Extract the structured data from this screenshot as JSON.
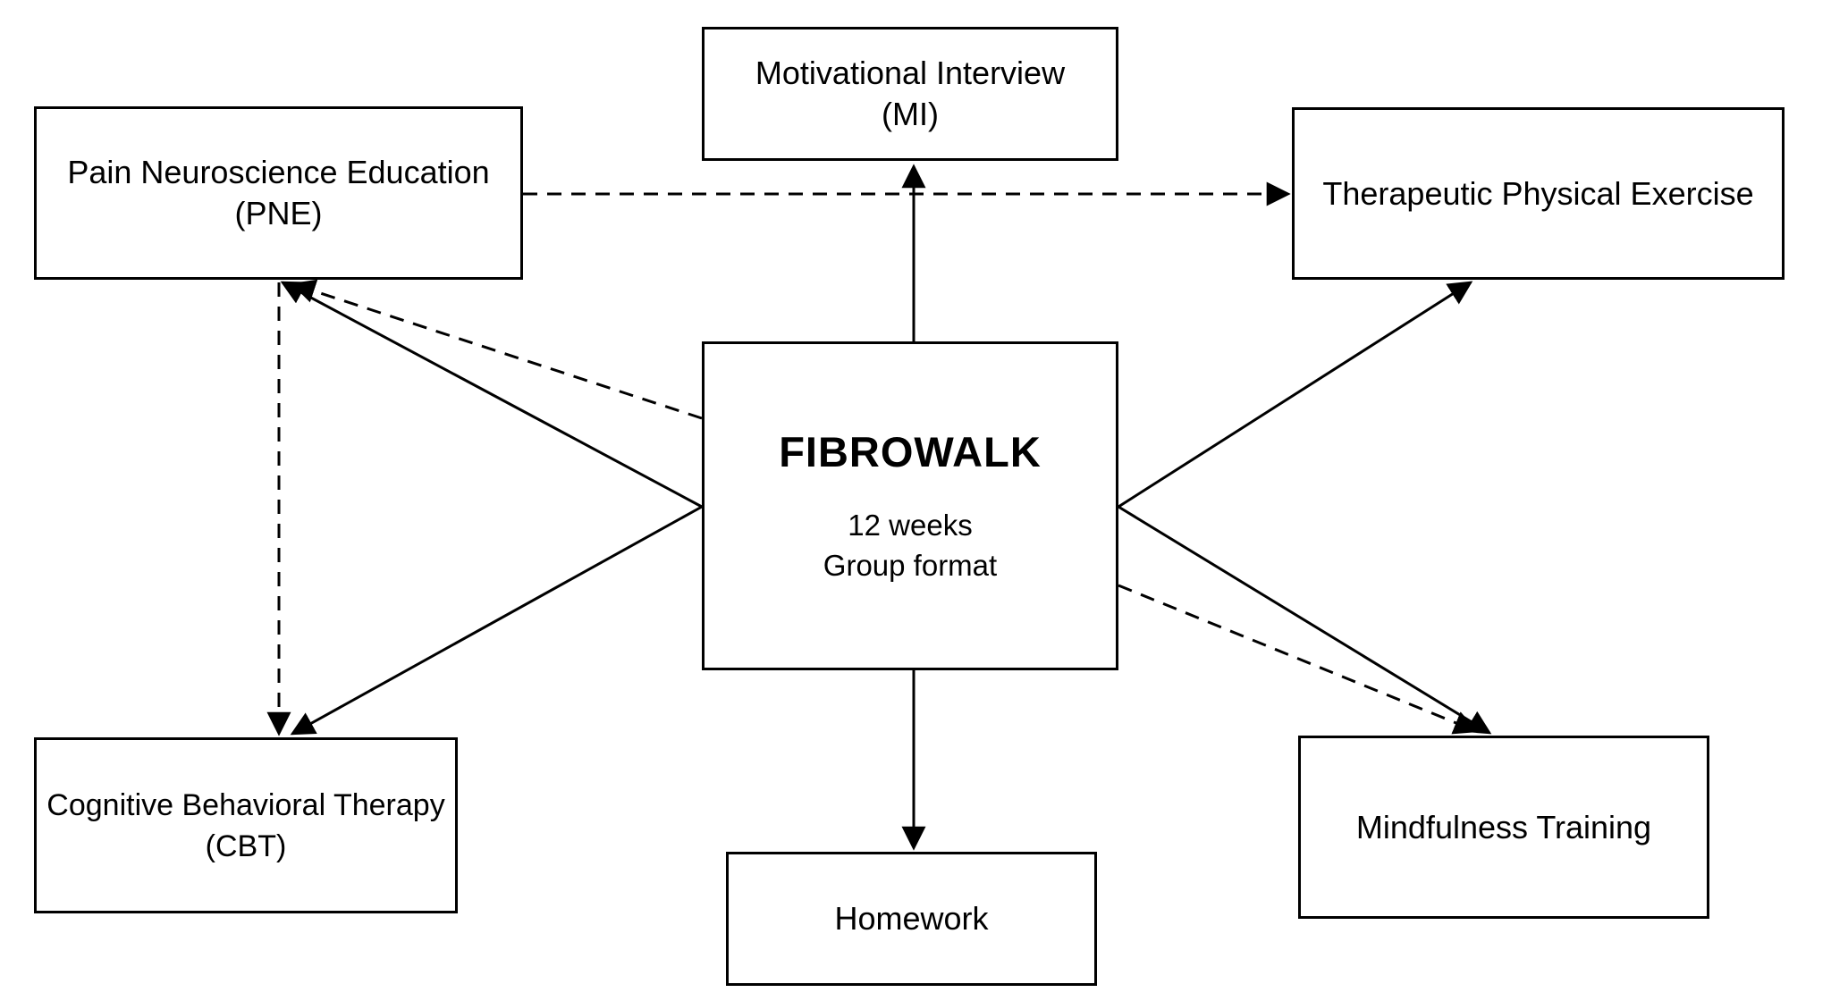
{
  "nodes": {
    "mi": {
      "line1": "Motivational Interview",
      "line2": "(MI)"
    },
    "pne": {
      "line1": "Pain Neuroscience Education",
      "line2": "(PNE)"
    },
    "tpe": {
      "line1": "Therapeutic Physical Exercise"
    },
    "fibrowalk": {
      "title": "FIBROWALK",
      "detail1": "12 weeks",
      "detail2": "Group format"
    },
    "cbt": {
      "line1": "Cognitive Behavioral Therapy",
      "line2": "(CBT)"
    },
    "mindfulness": {
      "line1": "Mindfulness Training"
    },
    "homework": {
      "line1": "Homework"
    }
  },
  "edges": [
    {
      "from": "FIBROWALK",
      "to": "Motivational Interview (MI)",
      "style": "solid"
    },
    {
      "from": "FIBROWALK",
      "to": "Homework",
      "style": "solid"
    },
    {
      "from": "FIBROWALK",
      "to": "Pain Neuroscience Education (PNE)",
      "style": "solid"
    },
    {
      "from": "FIBROWALK",
      "to": "Pain Neuroscience Education (PNE)",
      "style": "dashed"
    },
    {
      "from": "FIBROWALK",
      "to": "Cognitive Behavioral Therapy (CBT)",
      "style": "solid"
    },
    {
      "from": "Pain Neuroscience Education (PNE)",
      "to": "Cognitive Behavioral Therapy (CBT)",
      "style": "dashed"
    },
    {
      "from": "Pain Neuroscience Education (PNE)",
      "to": "Therapeutic Physical Exercise",
      "style": "dashed"
    },
    {
      "from": "FIBROWALK",
      "to": "Therapeutic Physical Exercise",
      "style": "solid"
    },
    {
      "from": "FIBROWALK",
      "to": "Mindfulness Training",
      "style": "solid"
    },
    {
      "from": "FIBROWALK",
      "to": "Mindfulness Training",
      "style": "dashed"
    }
  ],
  "colors": {
    "ink": "#000000",
    "background": "#ffffff"
  }
}
